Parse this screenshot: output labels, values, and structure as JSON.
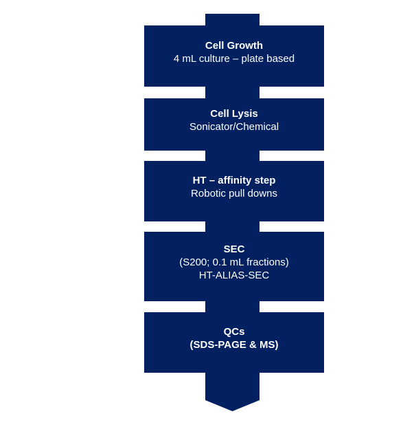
{
  "diagram": {
    "type": "vertical-process-flow",
    "colors": {
      "accent": "#032161",
      "text_on_accent": "#ffffff",
      "background": "#ffffff"
    },
    "arrow": {
      "name": "down-arrow",
      "direction": "down"
    },
    "steps": [
      {
        "title": "Cell Growth",
        "lines": [
          "4 mL culture – plate based"
        ]
      },
      {
        "title": "Cell Lysis",
        "lines": [
          "Sonicator/Chemical"
        ]
      },
      {
        "title": "HT – affinity step",
        "lines": [
          "Robotic pull downs"
        ]
      },
      {
        "title": "SEC",
        "lines": [
          "(S200; 0.1 mL fractions)",
          "HT-ALIAS-SEC"
        ]
      },
      {
        "title": "QCs",
        "lines": [
          "(SDS-PAGE & MS)"
        ]
      }
    ]
  }
}
